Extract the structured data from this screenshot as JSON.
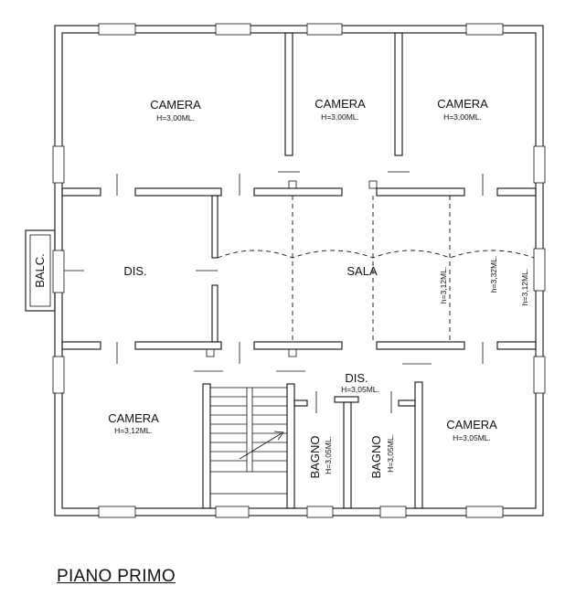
{
  "title": "PIANO PRIMO",
  "rooms": {
    "camera_nw": {
      "name": "CAMERA",
      "height": "H=3,00ML."
    },
    "camera_n_mid": {
      "name": "CAMERA",
      "height": "H=3,00ML."
    },
    "camera_ne": {
      "name": "CAMERA",
      "height": "H=3,00ML."
    },
    "balcony": {
      "name": "BALC."
    },
    "dis_west": {
      "name": "DIS."
    },
    "sala": {
      "name": "SALA",
      "height_a": "h=3,12ML.",
      "height_b": "h=3,32ML.",
      "height_c": "h=3,12ML."
    },
    "dis_south": {
      "name": "DIS.",
      "height": "H=3,05ML."
    },
    "camera_sw": {
      "name": "CAMERA",
      "height": "H=3,12ML."
    },
    "bagno_a": {
      "name": "BAGNO",
      "height": "H=3,05ML."
    },
    "bagno_b": {
      "name": "BAGNO",
      "height": "H=3,05ML."
    },
    "camera_se": {
      "name": "CAMERA",
      "height": "H=3,05ML."
    }
  }
}
